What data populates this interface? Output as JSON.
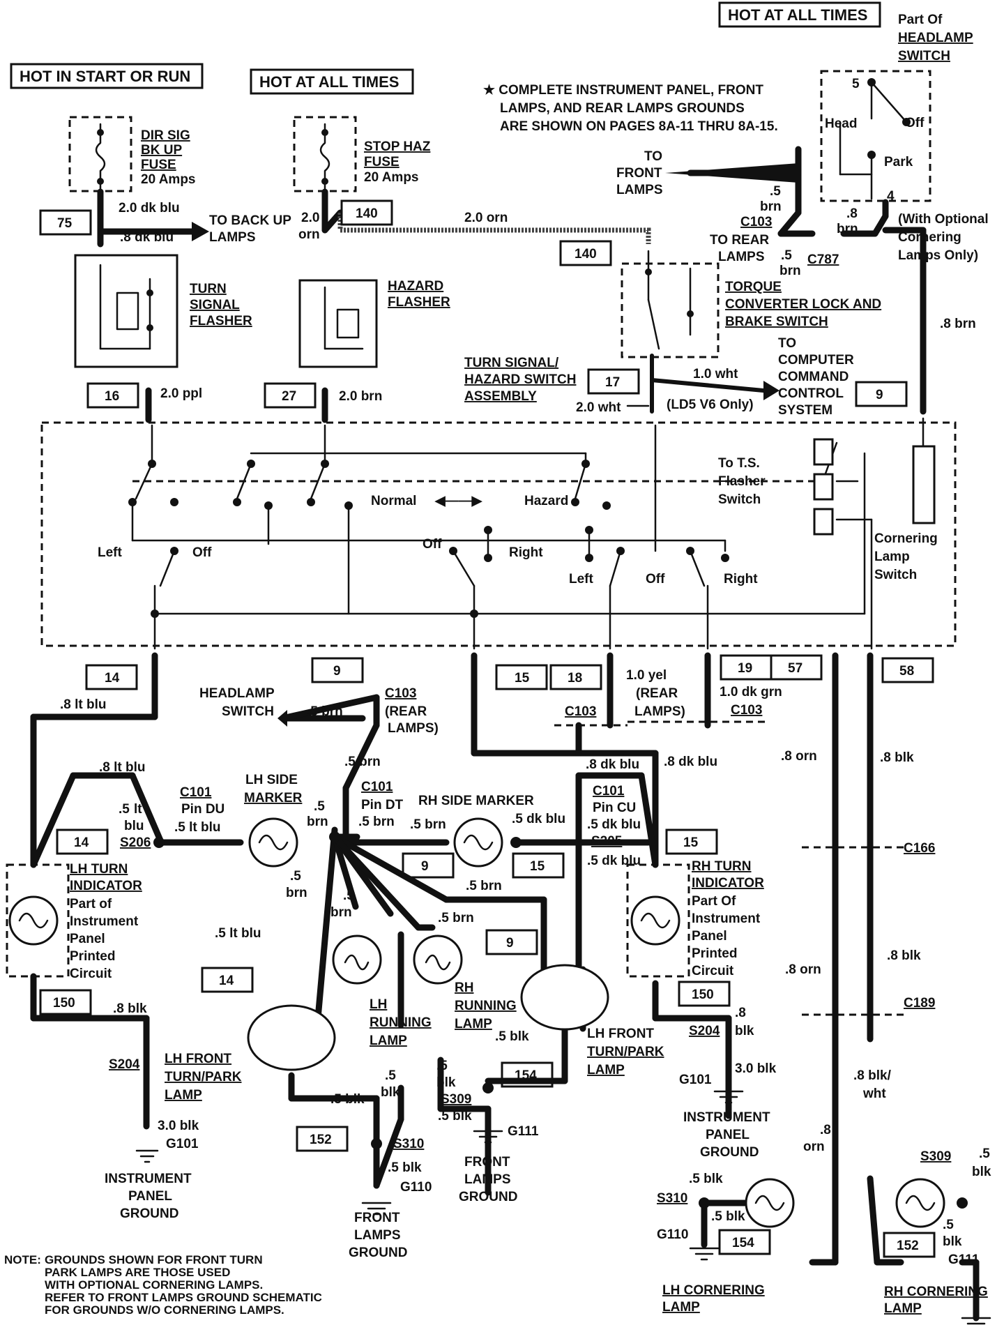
{
  "headers": {
    "hot_start_run": "HOT IN START OR RUN",
    "hot_all_times_1": "HOT AT ALL TIMES",
    "hot_all_times_2": "HOT AT ALL TIMES"
  },
  "headlamp_switch": {
    "title_1": "Part Of",
    "title_2": "HEADLAMP",
    "title_3": "SWITCH",
    "pin_5": "5",
    "pin_4": "4",
    "pos_head": "Head",
    "pos_off": "Off",
    "pos_park": "Park",
    "note_1": "(With Optional",
    "note_2": "Cornering",
    "note_3": "Lamps Only)"
  },
  "star_note": {
    "line1": "★ COMPLETE INSTRUMENT PANEL, FRONT",
    "line2": "LAMPS, AND REAR LAMPS GROUNDS",
    "line3": "ARE SHOWN ON PAGES 8A-11 THRU 8A-15."
  },
  "fuses": {
    "dir_sig": [
      "DIR SIG",
      "BK UP",
      "FUSE",
      "20 Amps"
    ],
    "stop_haz": [
      "STOP HAZ",
      "FUSE",
      "20 Amps"
    ]
  },
  "components": {
    "turn_flasher": [
      "TURN",
      "SIGNAL",
      "FLASHER"
    ],
    "hazard_flasher": [
      "HAZARD",
      "FLASHER"
    ],
    "torque_switch": [
      "TORQUE",
      "CONVERTER LOCK AND",
      "BRAKE SWITCH"
    ],
    "ts_assembly": [
      "TURN SIGNAL/",
      "HAZARD SWITCH",
      "ASSEMBLY"
    ],
    "computer": [
      "TO",
      "COMPUTER",
      "COMMAND",
      "CONTROL",
      "SYSTEM"
    ],
    "to_back_up": [
      "TO BACK UP",
      "LAMPS"
    ],
    "to_front": [
      "TO",
      "FRONT",
      "LAMPS"
    ],
    "to_rear": [
      "TO REAR",
      "LAMPS"
    ],
    "ld5": "(LD5 V6 Only)",
    "to_ts_flasher": [
      "To T.S.",
      "Flasher",
      "Switch"
    ],
    "cornering_switch": [
      "Cornering",
      "Lamp",
      "Switch"
    ],
    "headlamp_sw_label": [
      "HEADLAMP",
      "SWITCH"
    ]
  },
  "switch_labels": {
    "normal": "Normal",
    "hazard": "Hazard",
    "left": "Left",
    "off": "Off",
    "right": "Right"
  },
  "circuits": [
    "75",
    "140",
    "140",
    "16",
    "27",
    "17",
    "9",
    "14",
    "9",
    "15",
    "18",
    "19",
    "57",
    "58",
    "14",
    "9",
    "15",
    "15",
    "14",
    "9",
    "150",
    "150",
    "152",
    "154",
    "154",
    "152"
  ],
  "wires": {
    "w_2dkblu": "2.0 dk blu",
    "w_8dkblu": ".8 dk blu",
    "w_20orn": "2.0",
    "w_orn": "orn",
    "w_20orn_h": "2.0 orn",
    "w_5brn_a": ".5",
    "w_brn": "brn",
    "w_8brn_right": ".8 brn",
    "w_20ppl": "2.0 ppl",
    "w_20brn": "2.0 brn",
    "w_10wht": "1.0 wht",
    "w_20wht": "2.0 wht",
    "w_8ltblu": ".8 lt blu",
    "w_5brn": ".5 brn",
    "w_10yel": "1.0 yel",
    "w_rear_lamps": [
      "(REAR",
      "LAMPS)"
    ],
    "w_10dkgrn": "1.0 dk grn",
    "w_8orn": ".8 orn",
    "w_8blk": ".8 blk",
    "w_5ltblu": ".5 lt blu",
    "w_lt": "lt",
    "w_blu": "blu",
    "w_5dkblu": ".5 dk blu",
    "w_dkblu": "dk blu",
    "w_5blk": ".5 blk",
    "w_30blk": "3.0 blk",
    "w_8blkwht": [
      ".8 blk/",
      "wht"
    ],
    "w_blk": "blk",
    "w_8": ".8",
    "w_5": ".5"
  },
  "connectors": {
    "c103": "C103",
    "c787": "C787",
    "c101": "C101",
    "pin_du": "Pin DU",
    "pin_dt": "Pin DT",
    "pin_cu": "Pin CU",
    "c166": "C166",
    "c189": "C189",
    "s206": "S206",
    "s205": "S205",
    "s204": "S204",
    "s309": "S309",
    "s310": "S310",
    "g101": "G101",
    "g110": "G110",
    "g111": "G111"
  },
  "lamps": {
    "lh_side": [
      "LH SIDE",
      "MARKER"
    ],
    "rh_side": "RH SIDE MARKER",
    "lh_turn": [
      "LH TURN",
      "INDICATOR",
      "Part of",
      "Instrument",
      "Panel",
      "Printed",
      "Circuit"
    ],
    "rh_turn": [
      "RH TURN",
      "INDICATOR",
      "Part Of",
      "Instrument",
      "Panel",
      "Printed",
      "Circuit"
    ],
    "lh_running": [
      "LH",
      "RUNNING",
      "LAMP"
    ],
    "rh_running": [
      "RH",
      "RUNNING",
      "LAMP"
    ],
    "lh_front": [
      "LH FRONT",
      "TURN/PARK",
      "LAMP"
    ],
    "rh_front": [
      "LH FRONT",
      "TURN/PARK",
      "LAMP"
    ],
    "lh_corner": [
      "LH CORNERING",
      "LAMP"
    ],
    "rh_corner": [
      "RH CORNERING",
      "LAMP"
    ]
  },
  "grounds": {
    "ip_ground": [
      "INSTRUMENT",
      "PANEL",
      "GROUND"
    ],
    "front_ground": [
      "FRONT",
      "LAMPS",
      "GROUND"
    ]
  },
  "footnote": {
    "prefix": "NOTE:",
    "line1": "GROUNDS SHOWN FOR FRONT TURN",
    "line2": "PARK LAMPS ARE THOSE USED",
    "line3": "WITH OPTIONAL CORNERING LAMPS.",
    "line4": "REFER TO FRONT LAMPS GROUND SCHEMATIC",
    "line5": "FOR GROUNDS W/O CORNERING LAMPS."
  }
}
